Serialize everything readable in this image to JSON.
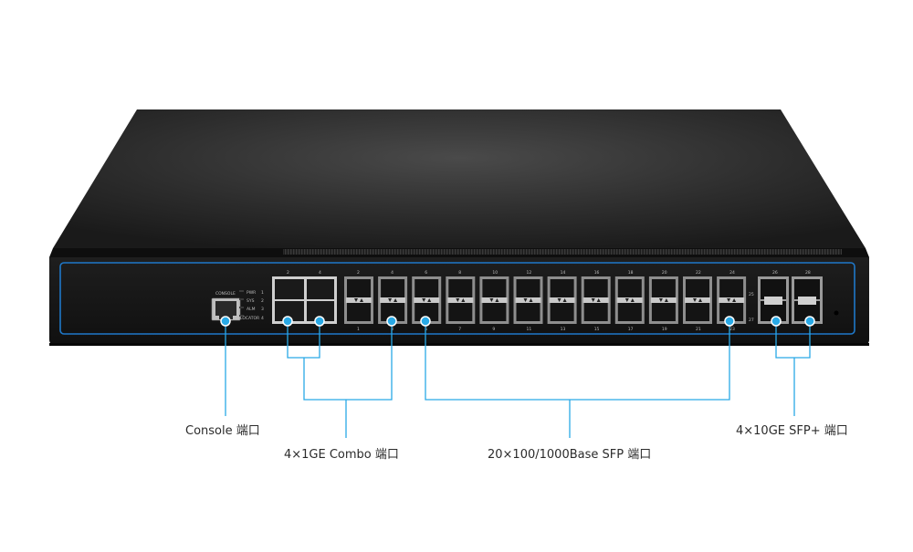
{
  "device": {
    "console_label": "CONSOLE",
    "leds": [
      "PWR",
      "SYS",
      "ALM",
      "LOCATOR"
    ],
    "led_numbers": [
      "1",
      "2",
      "3",
      "4"
    ],
    "combo_top_numbers": [
      "2",
      "4"
    ],
    "sfp_top_numbers": [
      "2",
      "4",
      "6",
      "8",
      "10",
      "12",
      "14",
      "16",
      "18",
      "20",
      "22",
      "24"
    ],
    "sfp_bottom_numbers": [
      "1",
      "3",
      "5",
      "7",
      "9",
      "11",
      "13",
      "15",
      "17",
      "19",
      "21",
      "23"
    ],
    "tengig_numbers": [
      "25",
      "26",
      "27",
      "28"
    ]
  },
  "callouts": {
    "console": "Console 端口",
    "combo": "4×1GE Combo 端口",
    "sfp": "20×100/1000Base SFP 端口",
    "tengig": "4×10GE SFP+ 端口"
  },
  "colors": {
    "chassis_top": "#2a2a2a",
    "front_panel": "#161616",
    "accent_line": "#1f78c9",
    "callout_line": "#29a9e6"
  }
}
